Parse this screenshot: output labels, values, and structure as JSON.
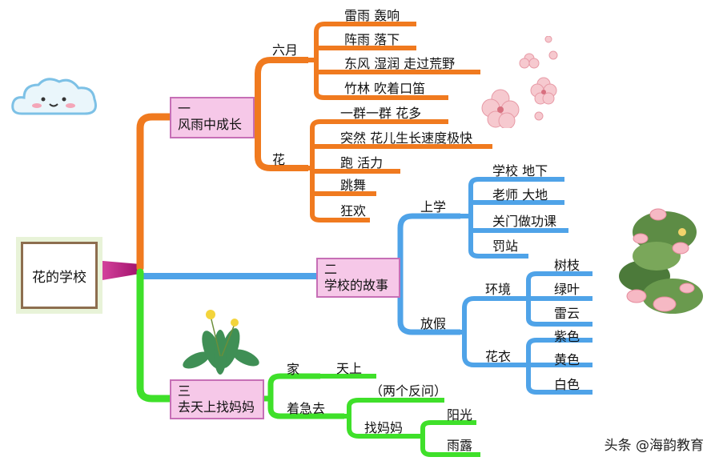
{
  "title": "花的学校",
  "branches": [
    {
      "label_line1": "一",
      "label_line2": "风雨中成长",
      "color": "#f07a1f",
      "groups": [
        {
          "label": "六月",
          "items": [
            "雷雨  轰响",
            "阵雨  落下",
            "东风  湿润  走过荒野",
            "竹林  吹着口笛"
          ]
        },
        {
          "label": "花",
          "items": [
            "一群一群  花多",
            "突然  花儿生长速度极快",
            "跑  活力",
            "跳舞",
            "狂欢"
          ]
        }
      ]
    },
    {
      "label_line1": "二",
      "label_line2": "学校的故事",
      "color": "#4fa3e8",
      "groups": [
        {
          "label": "上学",
          "items": [
            "学校  地下",
            "老师  大地",
            "关门做功课",
            "罚站"
          ]
        },
        {
          "label": "放假",
          "subgroups": [
            {
              "label": "环境",
              "items": [
                "树枝",
                "绿叶",
                "雷云"
              ]
            },
            {
              "label": "花衣",
              "items": [
                "紫色",
                "黄色",
                "白色"
              ]
            }
          ]
        }
      ]
    },
    {
      "label_line1": "三",
      "label_line2": "去天上找妈妈",
      "color": "#3fe02a",
      "groups": [
        {
          "label": "家",
          "items": [
            "天上"
          ]
        },
        {
          "label": "着急去",
          "note": "（两个反问）",
          "sub": {
            "label": "找妈妈",
            "items": [
              "阳光",
              "雨露"
            ]
          }
        }
      ]
    }
  ],
  "watermark": "头条 @海韵教育",
  "colors": {
    "root_line": "#b0156f",
    "box_fill": "#f6c8e8",
    "box_border": "#c66fb6"
  },
  "icons": [
    "cloud-icon",
    "cherry-blossom-icon",
    "lotus-icon",
    "plant-icon"
  ]
}
